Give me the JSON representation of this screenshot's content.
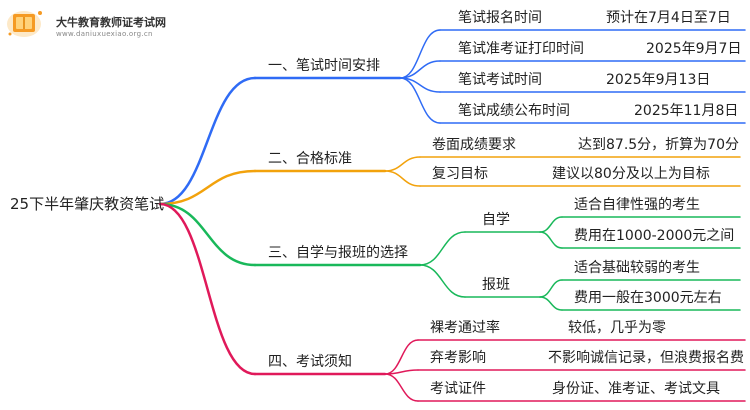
{
  "logo": {
    "name": "大牛教育教师证考试网",
    "domain": "www.daniuxuexiao.org.cn"
  },
  "root": "25下半年肇庆教资笔试",
  "colors": {
    "blue": "#2f6bf5",
    "orange": "#f2a20c",
    "green": "#19b85a",
    "red": "#e0195a"
  },
  "branches": [
    {
      "label": "一、笔试时间安排",
      "items": [
        {
          "label": "笔试报名时间",
          "value": "预计在7月4日至7日"
        },
        {
          "label": "笔试准考证打印时间",
          "value": "2025年9月7日"
        },
        {
          "label": "笔试考试时间",
          "value": "2025年9月13日"
        },
        {
          "label": "笔试成绩公布时间",
          "value": "2025年11月8日"
        }
      ]
    },
    {
      "label": "二、合格标准",
      "items": [
        {
          "label": "卷面成绩要求",
          "value": "达到87.5分，折算为70分"
        },
        {
          "label": "复习目标",
          "value": "建议以80分及以上为目标"
        }
      ]
    },
    {
      "label": "三、自学与报班的选择",
      "groups": [
        {
          "label": "自学",
          "values": [
            "适合自律性强的考生",
            "费用在1000-2000元之间"
          ]
        },
        {
          "label": "报班",
          "values": [
            "适合基础较弱的考生",
            "费用一般在3000元左右"
          ]
        }
      ]
    },
    {
      "label": "四、考试须知",
      "items": [
        {
          "label": "裸考通过率",
          "value": "较低，几乎为零"
        },
        {
          "label": "弃考影响",
          "value": "不影响诚信记录，但浪费报名费"
        },
        {
          "label": "考试证件",
          "value": "身份证、准考证、考试文具"
        }
      ]
    }
  ]
}
